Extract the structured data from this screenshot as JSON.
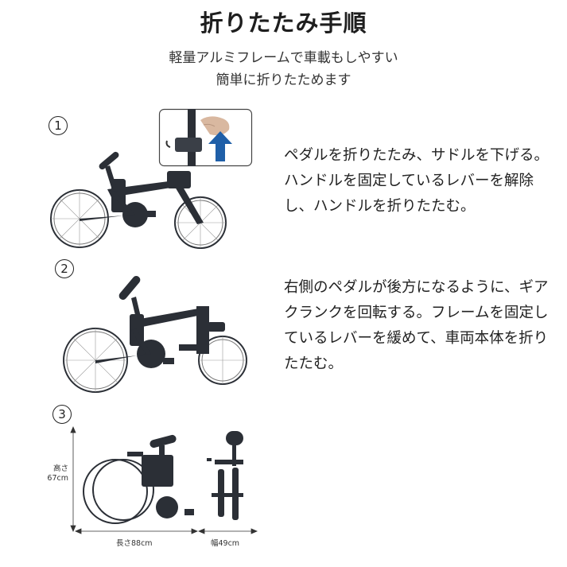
{
  "title": "折りたたみ手順",
  "subtitle": [
    "軽量アルミフレームで車載もしやすい",
    "簡単に折りたためます"
  ],
  "steps": [
    {
      "number": "1",
      "description": "ペダルを折りたたみ、サドルを下げる。ハンドルを固定しているレバーを解除し、ハンドルを折りたたむ。"
    },
    {
      "number": "2",
      "description": "右側のペダルが後方になるように、ギアクランクを回転する。フレームを固定しているレバーを緩めて、車両本体を折りたたむ。"
    },
    {
      "number": "3",
      "description": ""
    }
  ],
  "dimensions": {
    "height_label": "高さ",
    "height_value": "67cm",
    "length_label": "長さ88cm",
    "width_label": "幅49cm"
  },
  "colors": {
    "bike": "#2b2f36",
    "arrow": "#1f5fa8",
    "text": "#222222"
  }
}
